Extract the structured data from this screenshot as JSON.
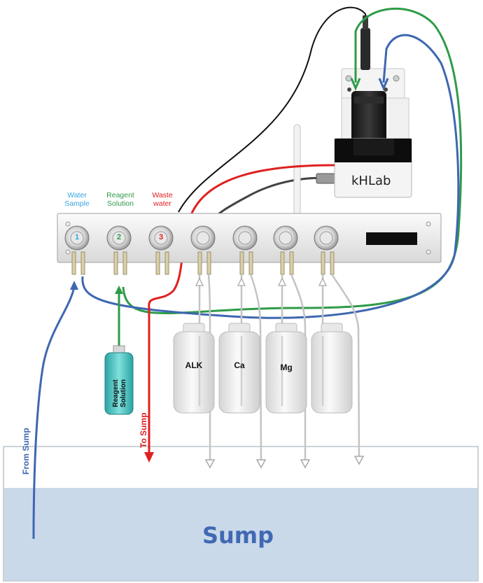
{
  "colors": {
    "blue": "#3e67b1",
    "green": "#2e9b48",
    "red": "#e02020",
    "black": "#111111",
    "sump_water": "#c9d9ea",
    "sump_title": "#4169b3",
    "water_label": "#37a6e0",
    "reagent_label": "#2e9b48",
    "waste_label": "#e02020"
  },
  "pump_labels": {
    "water": [
      "Water",
      "Sample"
    ],
    "reagent": [
      "Reagent",
      "Solution"
    ],
    "waste": [
      "Waste",
      "water"
    ]
  },
  "pump_numbers": [
    "1",
    "2",
    "3"
  ],
  "device": {
    "name": "kHLab"
  },
  "bottles": [
    "ALK",
    "Ca",
    "Mg",
    ""
  ],
  "reagent_bottle": [
    "Reagent",
    "Solution"
  ],
  "arrows": {
    "to_sump": "To Sump",
    "from_sump": "From Sump"
  },
  "sump": {
    "title": "Sump"
  }
}
